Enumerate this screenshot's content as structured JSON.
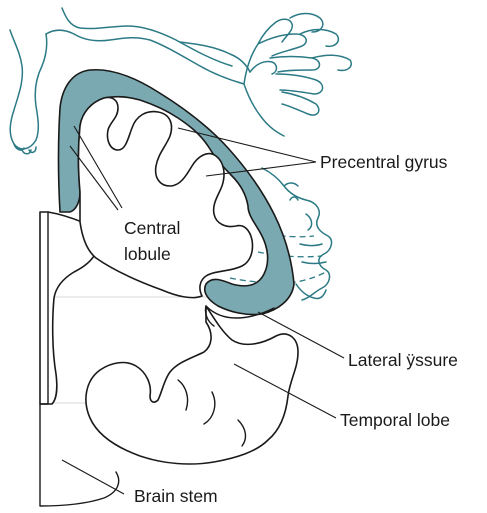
{
  "labels": {
    "precentral_gyrus": "Precentral gyrus",
    "central_lobule_line1": "Central",
    "central_lobule_line2": "lobule",
    "lateral_fissure": "Lateral ÿssure",
    "temporal_lobe": "Temporal lobe",
    "brain_stem": "Brain stem"
  },
  "colors": {
    "cortex_fill": "#7ba9b1",
    "homunculus_stroke": "#2b7a85",
    "outline": "#1a1a1a"
  }
}
